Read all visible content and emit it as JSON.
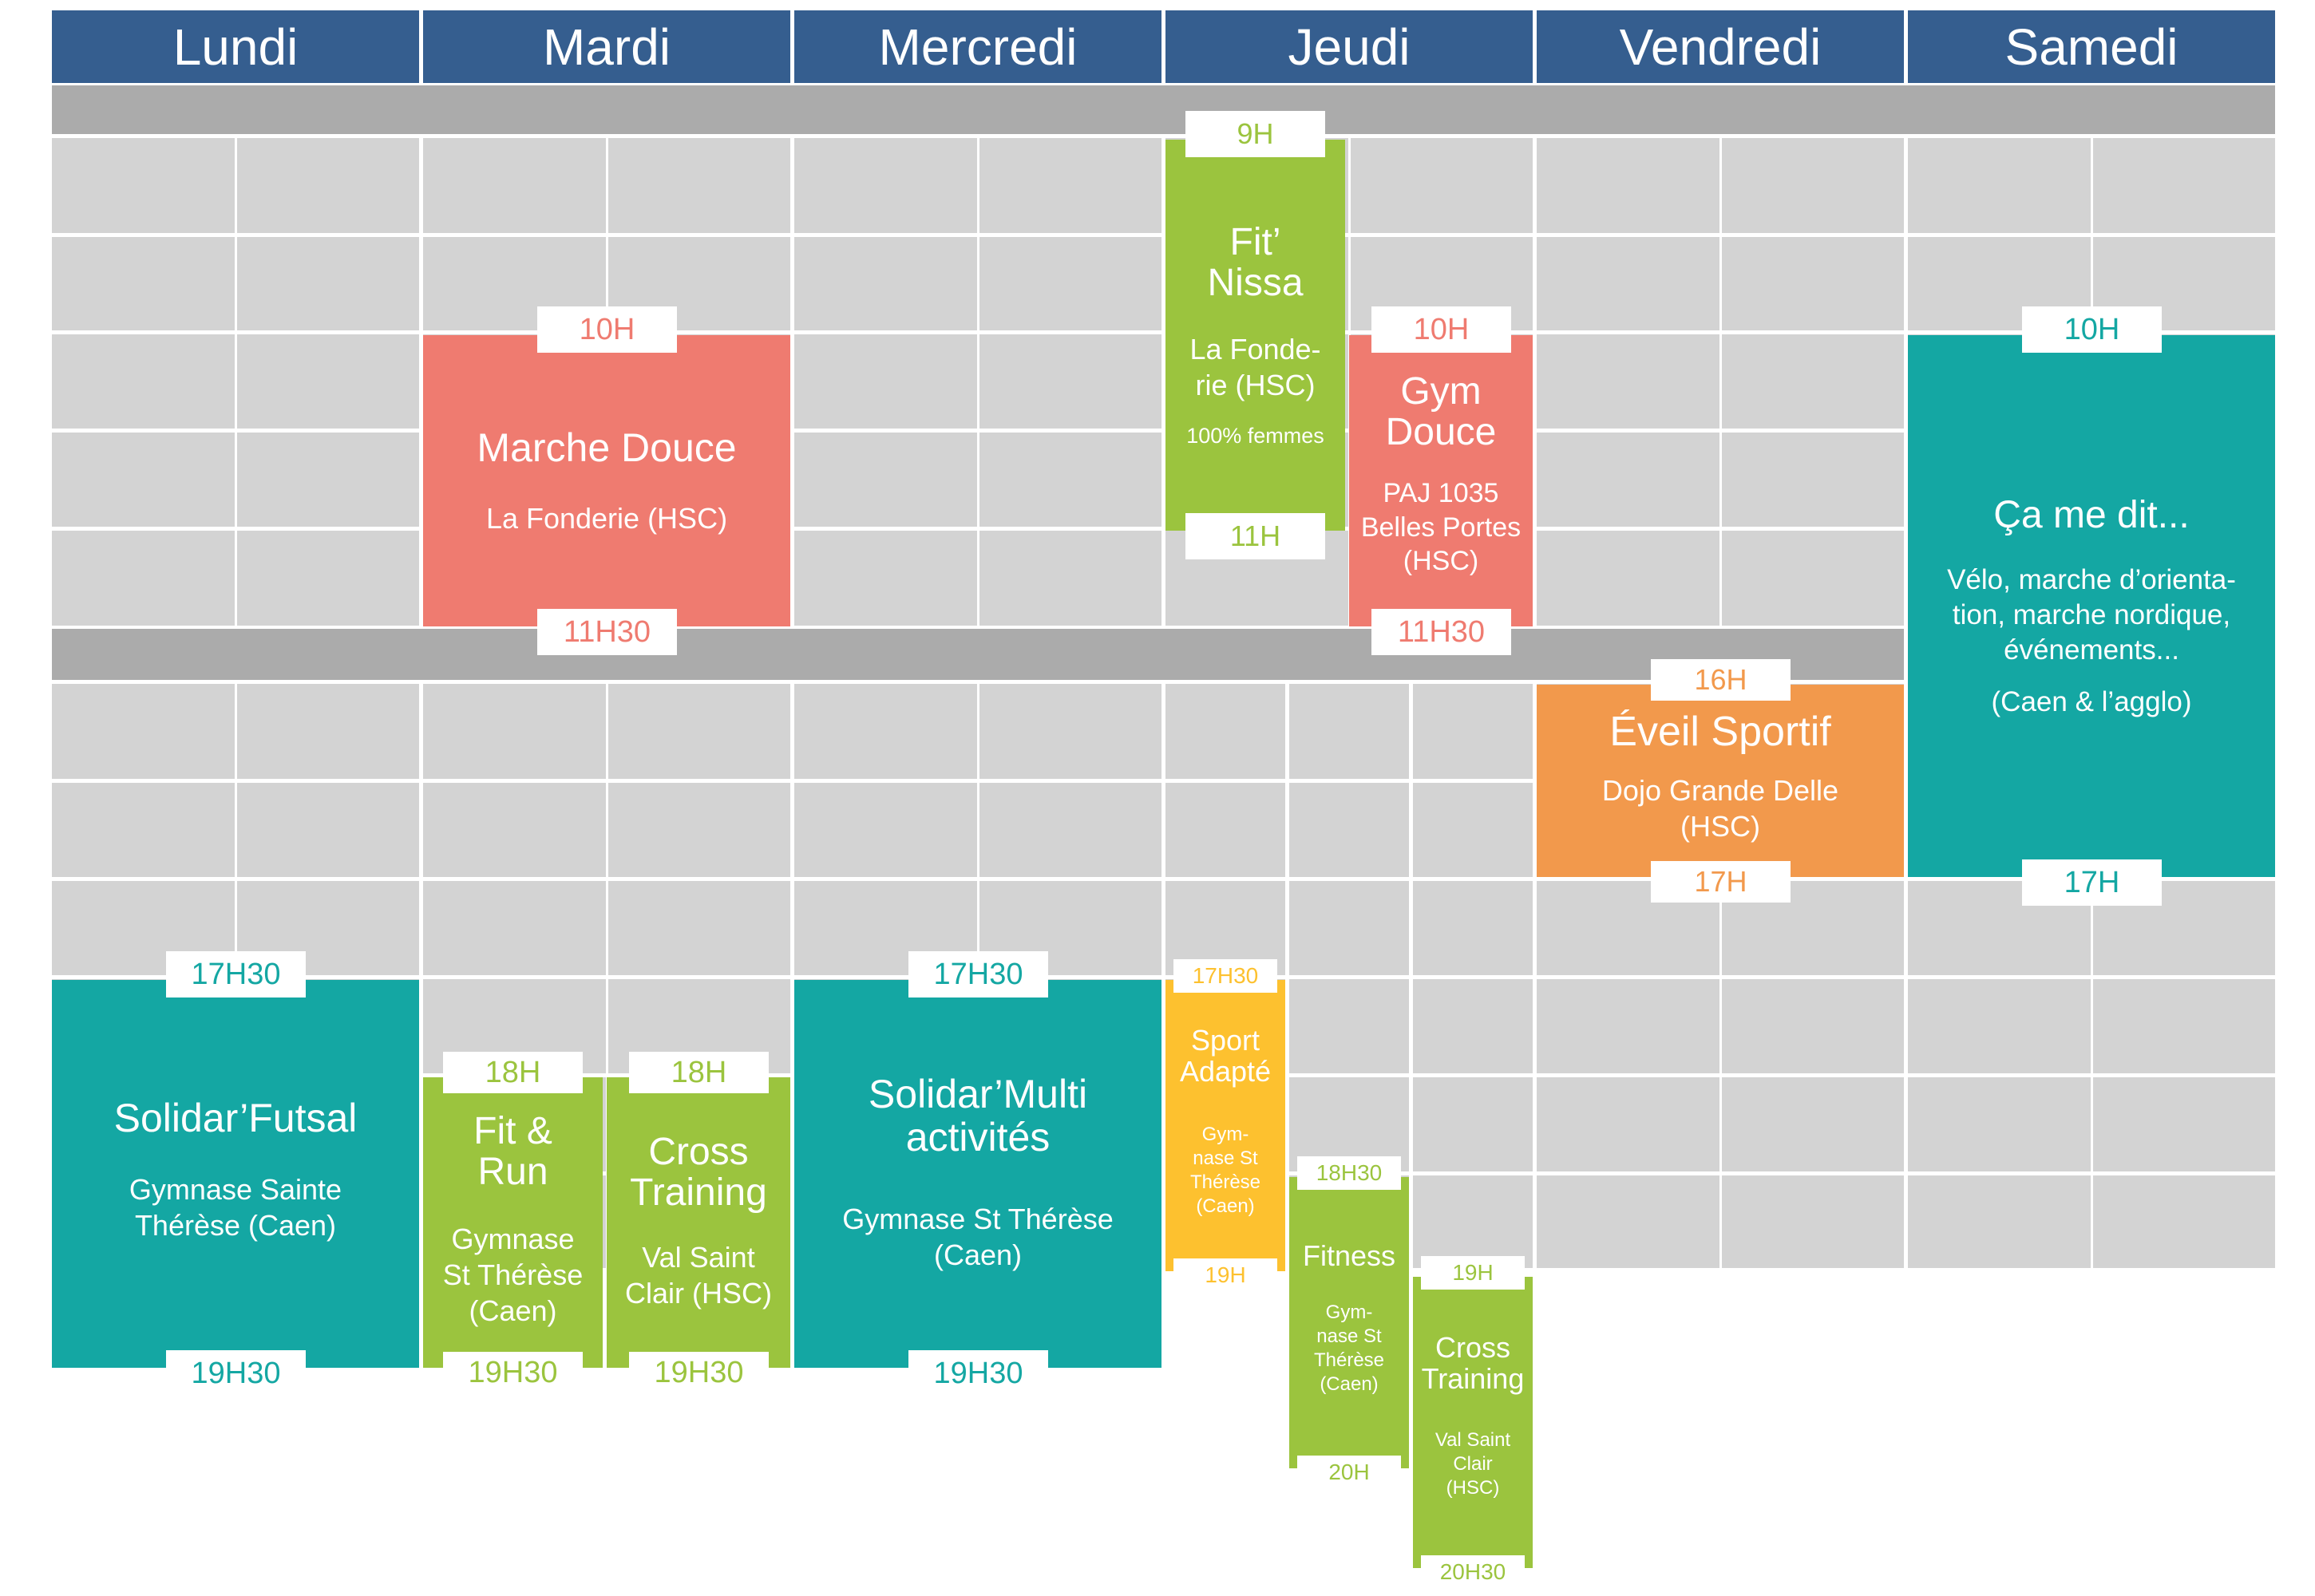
{
  "days": [
    "Lundi",
    "Mardi",
    "Mercredi",
    "Jeudi",
    "Vendredi",
    "Samedi"
  ],
  "colors": {
    "header": "#355e8f",
    "grid_cell": "#d3d3d3",
    "separator": "#ababab",
    "red": "#ef7b70",
    "green": "#9bc43e",
    "teal": "#14a7a3",
    "orange": "#f2994c",
    "yellow": "#fdc12f"
  },
  "activities": [
    {
      "id": "marche-douce",
      "day": "Mardi",
      "start": "10H",
      "end": "11H30",
      "title": "Marche Douce",
      "location": "La Fonderie (HSC)",
      "note": "",
      "color": "red"
    },
    {
      "id": "fit-nissa",
      "day": "Jeudi",
      "start": "9H",
      "end": "11H",
      "title": "Fit’\nNissa",
      "location": "La Fonde-\nrie (HSC)",
      "note": "100%  femmes",
      "color": "green"
    },
    {
      "id": "gym-douce",
      "day": "Jeudi",
      "start": "10H",
      "end": "11H30",
      "title": "Gym\nDouce",
      "location": "PAJ 1035\nBelles Portes\n(HSC)",
      "note": "",
      "color": "red"
    },
    {
      "id": "ca-me-dit",
      "day": "Samedi",
      "start": "10H",
      "end": "17H",
      "title": "Ça me dit...",
      "location": "Vélo, marche d’orienta-\ntion, marche nordique,\névénements...",
      "note": "(Caen & l’agglo)",
      "color": "teal"
    },
    {
      "id": "eveil-sportif",
      "day": "Vendredi",
      "start": "16H",
      "end": "17H",
      "title": "Éveil Sportif",
      "location": "Dojo Grande Delle\n(HSC)",
      "note": "",
      "color": "orange"
    },
    {
      "id": "solidar-futsal",
      "day": "Lundi",
      "start": "17H30",
      "end": "19H30",
      "title": "Solidar’Futsal",
      "location": "Gymnase Sainte\nThérèse (Caen)",
      "note": "",
      "color": "teal"
    },
    {
      "id": "fit-run",
      "day": "Mardi",
      "start": "18H",
      "end": "19H30",
      "title": "Fit &\nRun",
      "location": "Gymnase\nSt Thérèse\n(Caen)",
      "note": "",
      "color": "green"
    },
    {
      "id": "cross-training-mardi",
      "day": "Mardi",
      "start": "18H",
      "end": "19H30",
      "title": "Cross\nTraining",
      "location": "Val Saint\nClair (HSC)",
      "note": "",
      "color": "green"
    },
    {
      "id": "solidar-multi",
      "day": "Mercredi",
      "start": "17H30",
      "end": "19H30",
      "title": "Solidar’Multi\nactivités",
      "location": "Gymnase St Thérèse\n(Caen)",
      "note": "",
      "color": "teal"
    },
    {
      "id": "sport-adapte",
      "day": "Jeudi",
      "start": "17H30",
      "end": "19H",
      "title": "Sport\nAdapté",
      "location": "Gym-\nnase St\nThérèse\n(Caen)",
      "note": "",
      "color": "yellow"
    },
    {
      "id": "fitness",
      "day": "Jeudi",
      "start": "18H30",
      "end": "20H",
      "title": "Fitness",
      "location": "Gym-\nnase St\nThérèse\n(Caen)",
      "note": "",
      "color": "green"
    },
    {
      "id": "cross-training-jeudi",
      "day": "Jeudi",
      "start": "19H",
      "end": "20H30",
      "title": "Cross\nTraining",
      "location": "Val Saint\nClair\n(HSC)",
      "note": "",
      "color": "green"
    }
  ]
}
